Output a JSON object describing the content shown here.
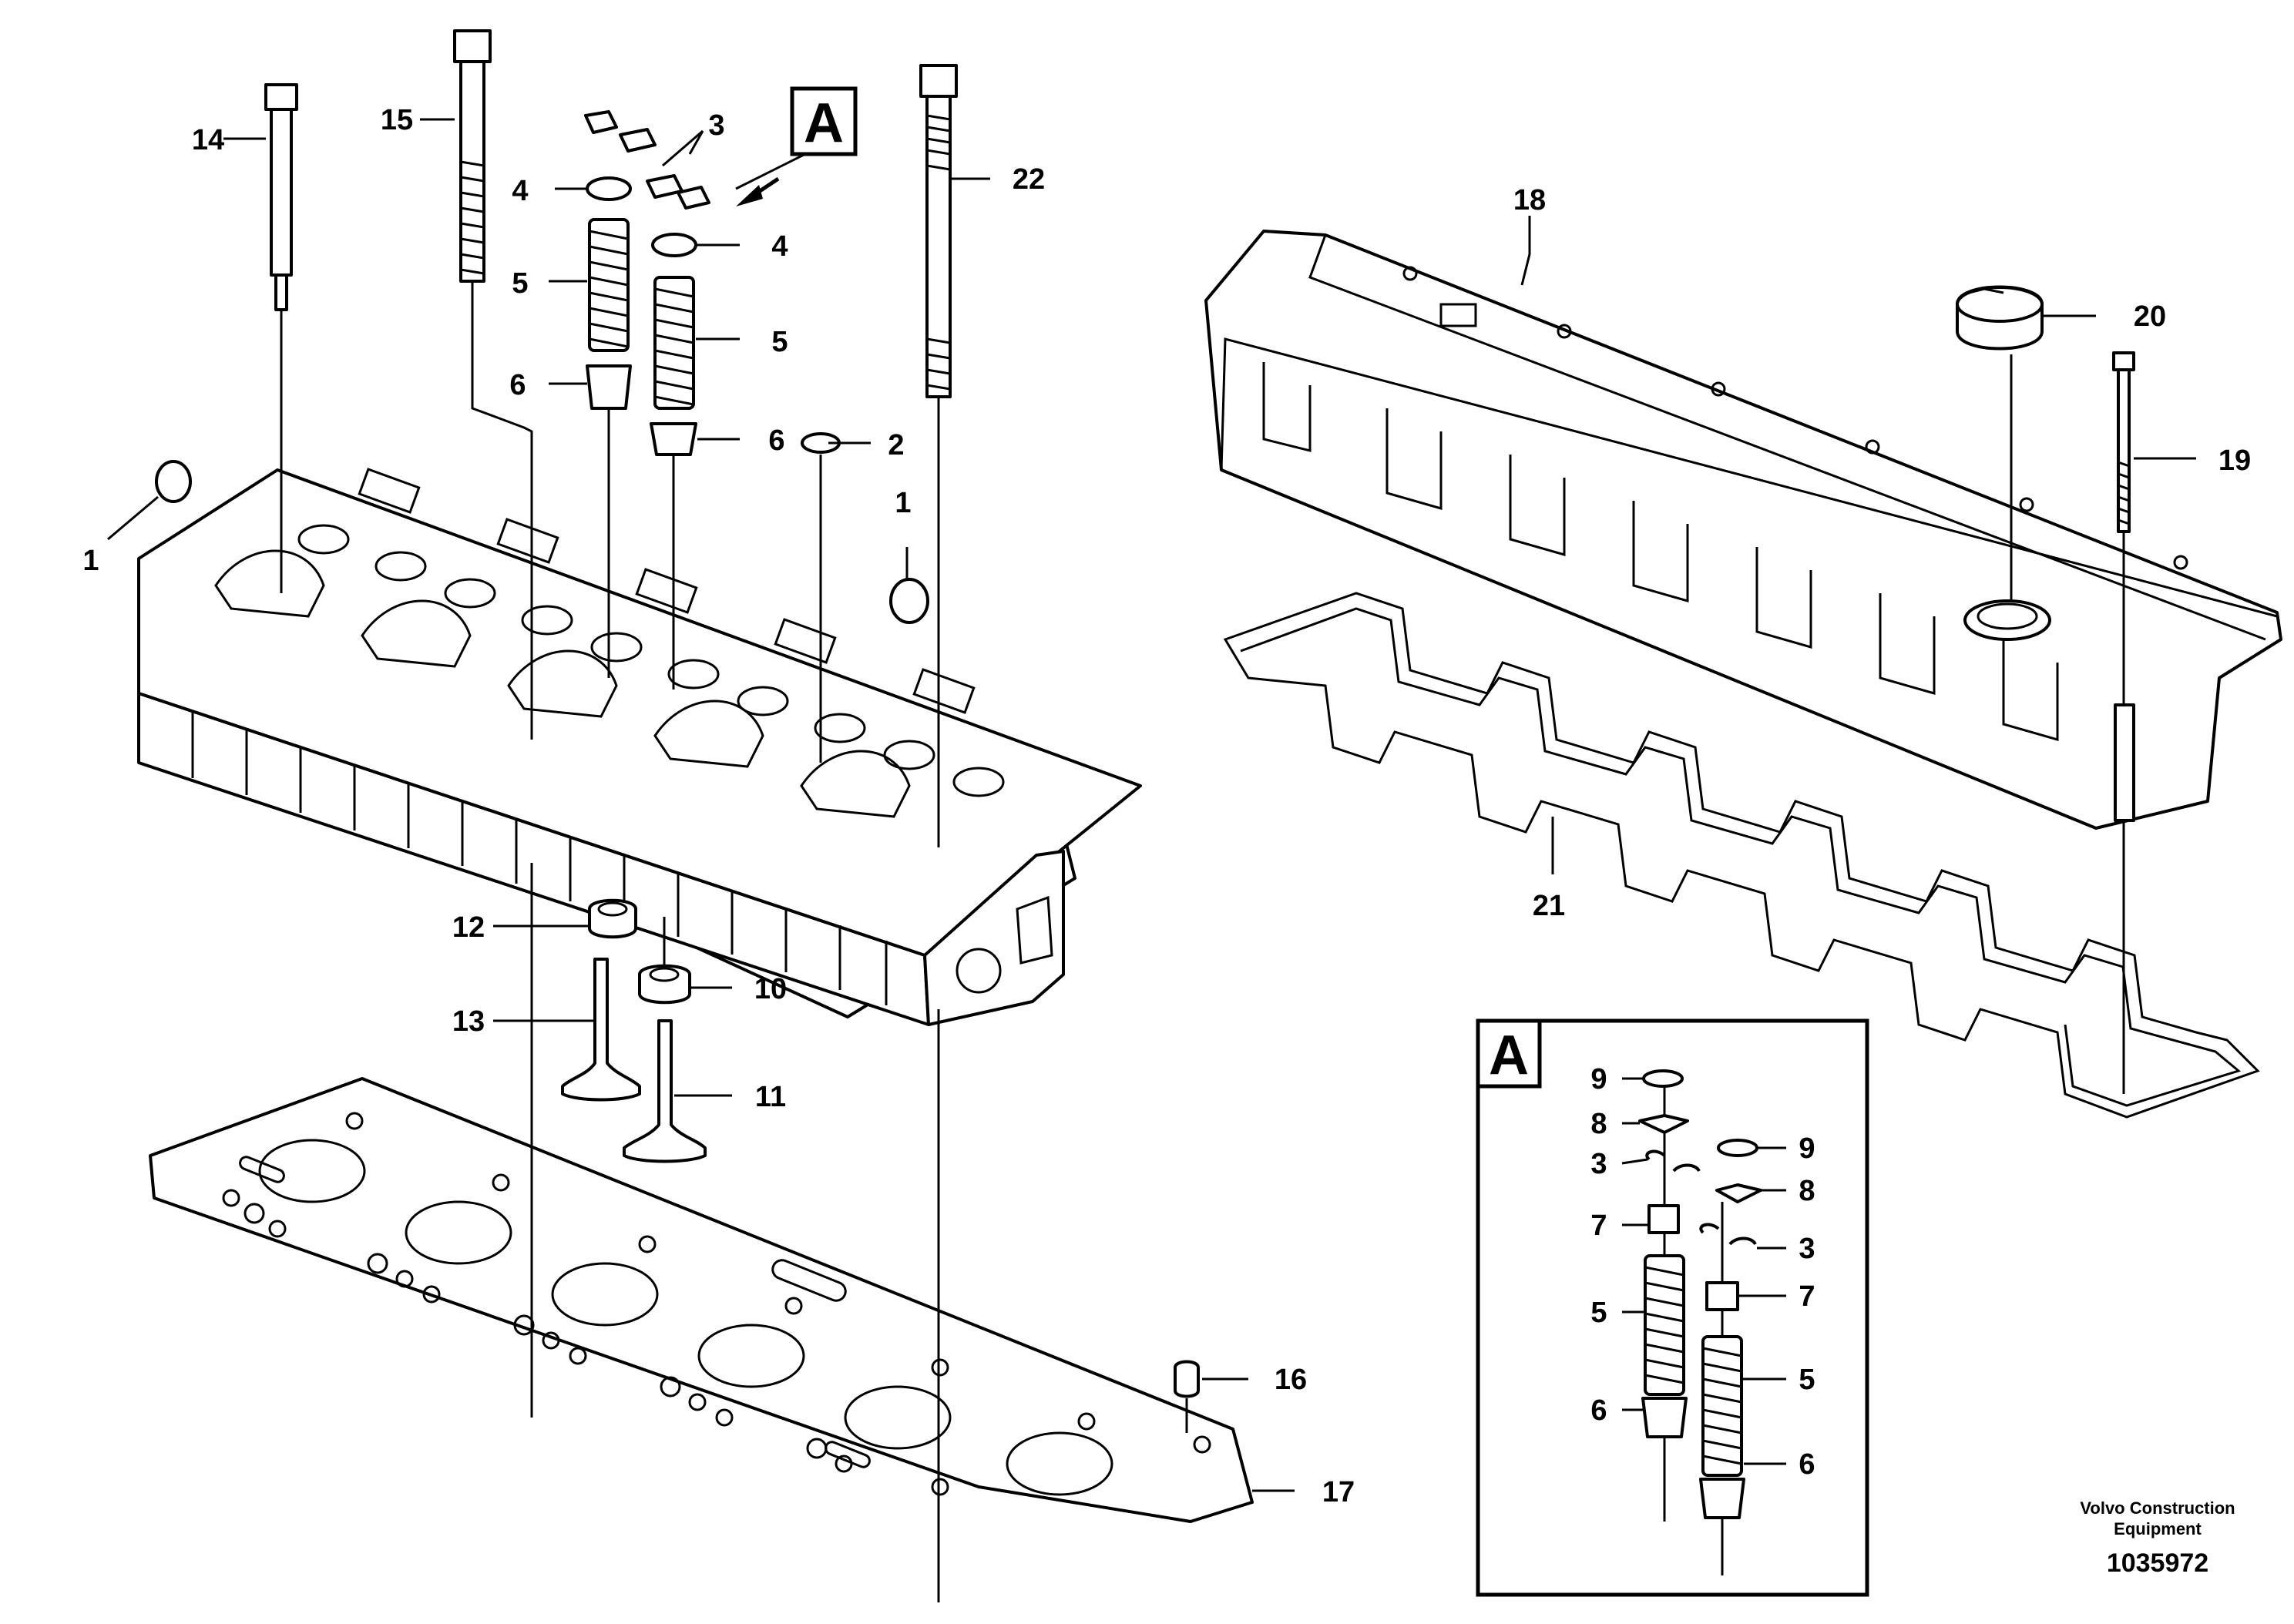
{
  "detail_marker": "A",
  "callouts": {
    "c1a": "1",
    "c1b": "1",
    "c2": "2",
    "c3": "3",
    "c4a": "4",
    "c4b": "4",
    "c5a": "5",
    "c5b": "5",
    "c6a": "6",
    "c6b": "6",
    "c10": "10",
    "c11": "11",
    "c12": "12",
    "c13": "13",
    "c14": "14",
    "c15": "15",
    "c16": "16",
    "c17": "17",
    "c18": "18",
    "c19": "19",
    "c20": "20",
    "c21": "21",
    "c22": "22"
  },
  "detail_callouts": {
    "d9a": "9",
    "d9b": "9",
    "d8a": "8",
    "d8b": "8",
    "d3a": "3",
    "d3b": "3",
    "d7a": "7",
    "d7b": "7",
    "d5a": "5",
    "d5b": "5",
    "d6a": "6",
    "d6b": "6"
  },
  "footer": {
    "company_line1": "Volvo Construction",
    "company_line2": "Equipment",
    "doc_number": "1035972"
  },
  "colors": {
    "ink": "#000000",
    "paper": "#ffffff"
  }
}
